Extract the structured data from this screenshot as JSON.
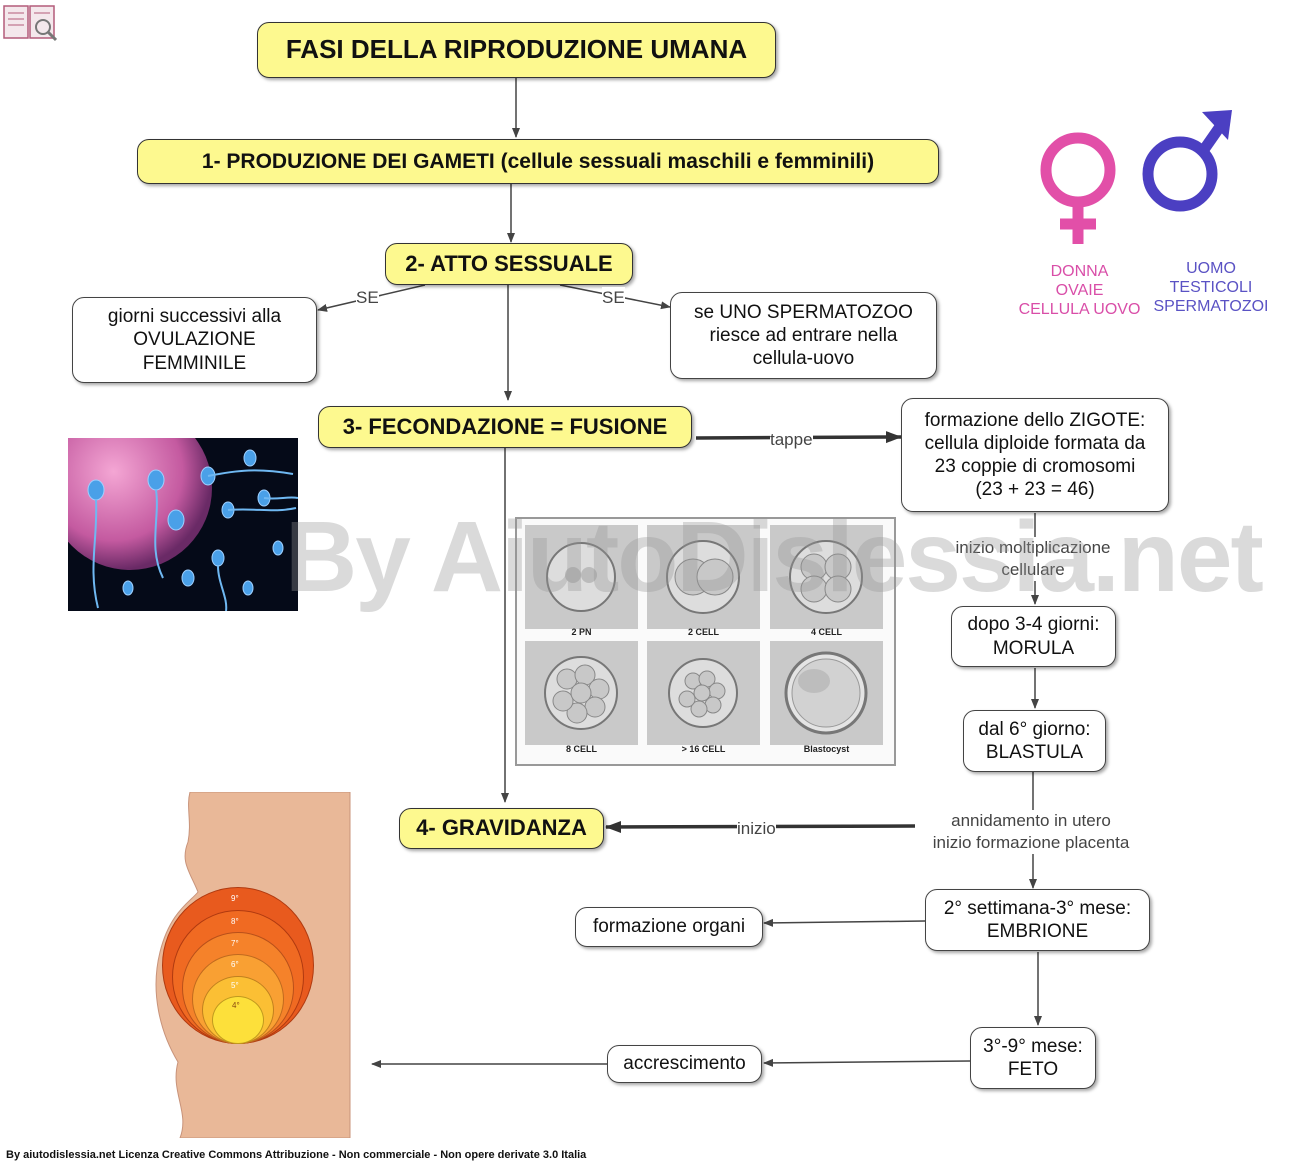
{
  "title": "FASI DELLA RIPRODUZIONE UMANA",
  "nodes": {
    "gameti": "1- PRODUZIONE DEI GAMETI (cellule sessuali maschili e femminili)",
    "atto": "2- ATTO SESSUALE",
    "ovulazione": [
      "giorni successivi alla",
      "OVULAZIONE",
      "FEMMINILE"
    ],
    "spermatozoo": [
      "se UNO SPERMATOZOO",
      "riesce ad entrare nella",
      "cellula-uovo"
    ],
    "fecondazione": "3- FECONDAZIONE = FUSIONE",
    "zigote": [
      "formazione dello ZIGOTE:",
      "cellula diploide formata da",
      "23 coppie di cromosomi",
      "(23 + 23 = 46)"
    ],
    "morula": [
      "dopo 3-4 giorni:",
      "MORULA"
    ],
    "blastula": [
      "dal 6° giorno:",
      "BLASTULA"
    ],
    "gravidanza": "4- GRAVIDANZA",
    "embrione": [
      "2° settimana-3° mese:",
      "EMBRIONE"
    ],
    "organi": "formazione organi",
    "feto": [
      "3°-9° mese:",
      "FETO"
    ],
    "accrescimento": "accrescimento"
  },
  "edge_labels": {
    "se_left": "SE",
    "se_right": "SE",
    "tappe": "tappe",
    "moltiplicazione": [
      "inizio moltiplicazione",
      "cellulare"
    ],
    "annidamento": [
      "annidamento in utero",
      "inizio formazione placenta"
    ],
    "inizio": "inizio"
  },
  "gender": {
    "female": [
      "DONNA",
      "OVAIE",
      "CELLULA UOVO"
    ],
    "male": [
      "UOMO",
      "TESTICOLI",
      "SPERMATOZOI"
    ],
    "female_color": "#e24fa8",
    "male_color": "#4b3fc2"
  },
  "embryo_stages": [
    "2 PN",
    "2 CELL",
    "4 CELL",
    "8 CELL",
    "> 16 CELL",
    "Blastocyst"
  ],
  "womb_months": [
    "9°",
    "8°",
    "7°",
    "6°",
    "5°",
    "4°"
  ],
  "watermark": "By AiutoDislessia.net",
  "footer": "By aiutodislessia.net Licenza Creative Commons Attribuzione - Non commerciale - Non opere derivate 3.0 Italia",
  "colors": {
    "node_yellow": "#fdf98f",
    "edge": "#444444"
  }
}
